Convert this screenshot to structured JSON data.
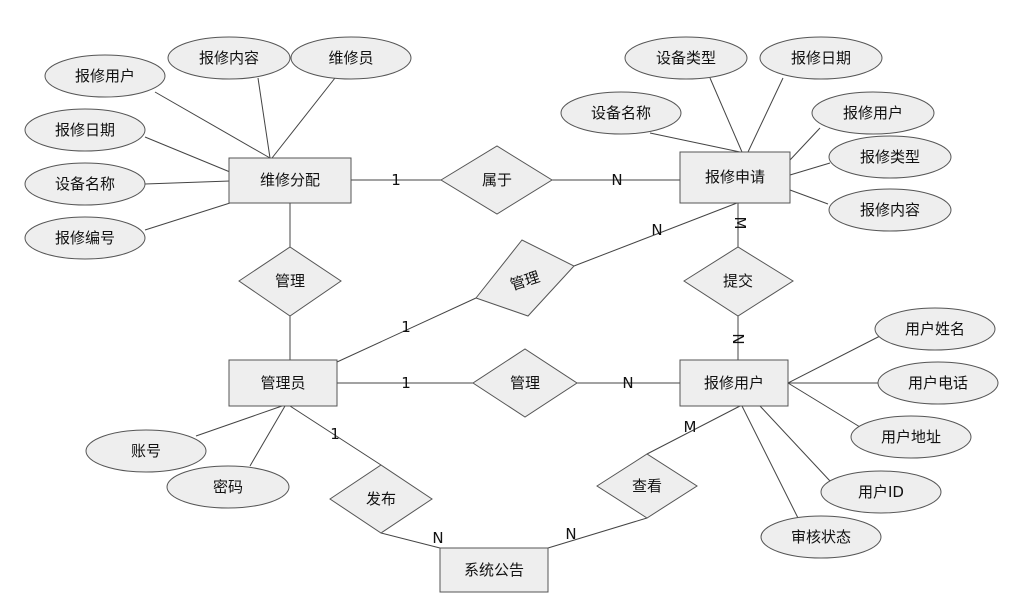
{
  "entities": {
    "maintenance_assignment": "维修分配",
    "repair_request": "报修申请",
    "administrator": "管理员",
    "repair_user": "报修用户",
    "system_notice": "系统公告"
  },
  "relationships": {
    "belongs_to": "属于",
    "manage_assignment": "管理",
    "manage_request": "管理",
    "manage_user": "管理",
    "submit": "提交",
    "publish": "发布",
    "view": "查看"
  },
  "attributes": {
    "assignment": [
      "报修用户",
      "报修内容",
      "维修员",
      "报修日期",
      "设备名称",
      "报修编号"
    ],
    "request": [
      "设备类型",
      "报修日期",
      "设备名称",
      "报修用户",
      "报修类型",
      "报修内容"
    ],
    "user": [
      "用户姓名",
      "用户电话",
      "用户地址",
      "用户ID",
      "审核状态"
    ],
    "admin": [
      "账号",
      "密码"
    ]
  },
  "cardinalities": {
    "belongs_left": "1",
    "belongs_right": "N",
    "manage_req_admin": "1",
    "manage_req_request": "N",
    "manage_user_admin": "1",
    "manage_user_user": "N",
    "submit_request": "M",
    "submit_user": "N",
    "publish_admin": "1",
    "publish_notice": "N",
    "view_notice": "N",
    "view_user": "M"
  }
}
